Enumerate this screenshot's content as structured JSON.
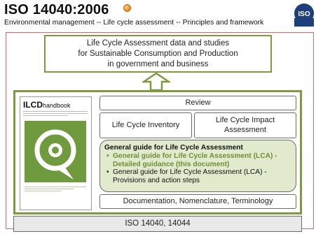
{
  "header": {
    "title": "ISO 14040:2006",
    "subtitle": "Environmental management -- Life cycle assessment -- Principles and framework",
    "feed_icon": "rss-icon",
    "logo_text": "ISO"
  },
  "diagram": {
    "top_box": {
      "line1": "Life Cycle Assessment data and studies",
      "line2": "for  Sustainable Consumption and Production",
      "line3": "in government and business"
    },
    "handbook": {
      "title_bold": "ILCD",
      "title_light": "handbook"
    },
    "review": "Review",
    "lci": "Life Cycle Inventory",
    "lcia": {
      "line1": "Life Cycle Impact",
      "line2": "Assessment"
    },
    "guide": {
      "heading": "General guide for Life Cycle Assessment",
      "item1": "General guide for Life Cycle Assessment (LCA) - Detailed guidance (this document)",
      "item2": "General guide for Life Cycle Assessment (LCA) - Provisions and action steps"
    },
    "docs": "Documentation, Nomenclature, Terminology",
    "base": "ISO 14040, 14044"
  },
  "colors": {
    "green_border": "#7d9a3f",
    "green_fill": "#e2eacd",
    "highlight_text": "#6f8f34",
    "frame_red": "#dd6666",
    "base_fill": "#e9e9e9"
  }
}
